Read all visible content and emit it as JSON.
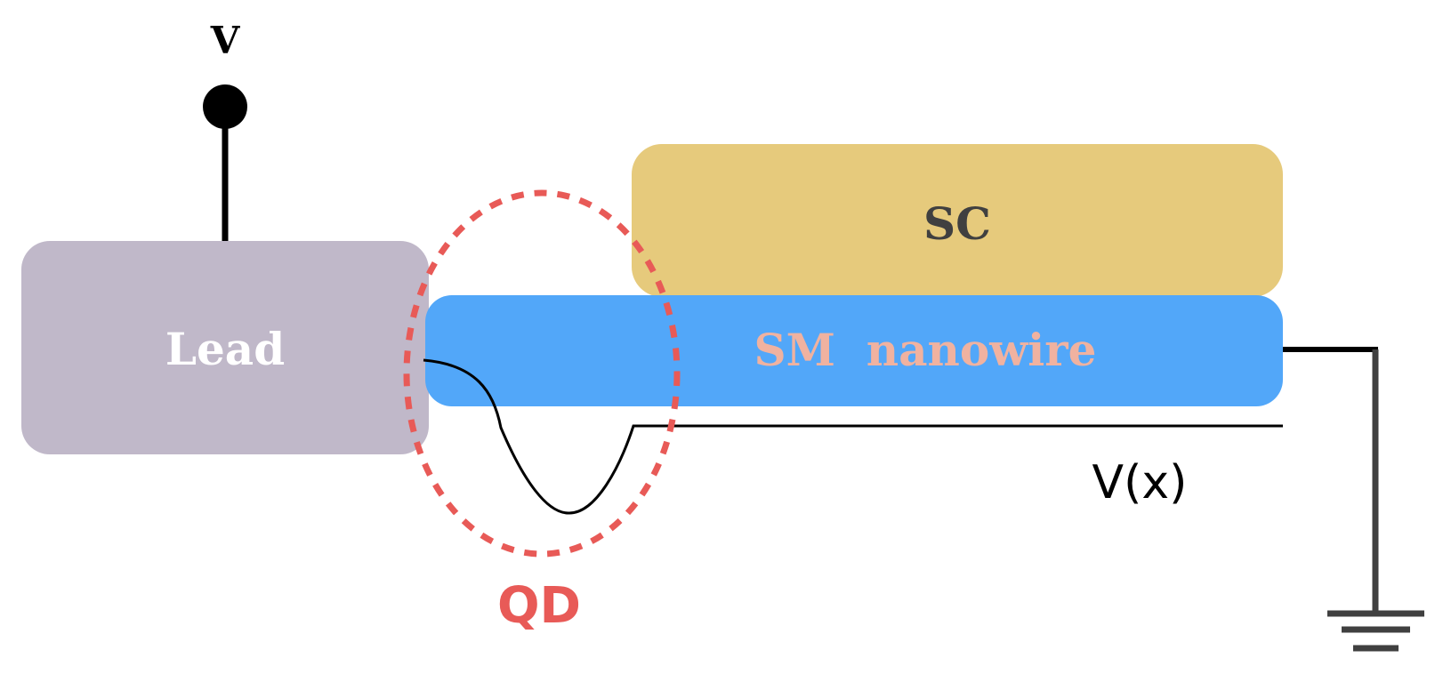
{
  "labels": {
    "voltage": "V",
    "lead": "Lead",
    "sc": "SC",
    "nanowire": "SM  nanowire",
    "potential": "V(x)",
    "qd": "QD"
  },
  "colors": {
    "lead_fill": "#c0b8c9",
    "lead_text": "#ffffff",
    "sc_fill": "#e6ca7c",
    "sc_text": "#404040",
    "nanowire_fill": "#52a7f9",
    "nanowire_text": "#f0b2a0",
    "qd_color": "#e85a57",
    "line_color": "#000000",
    "ground_color": "#404040"
  },
  "icons": {
    "voltage_terminal": "voltage-terminal-icon",
    "ground": "ground-icon"
  }
}
